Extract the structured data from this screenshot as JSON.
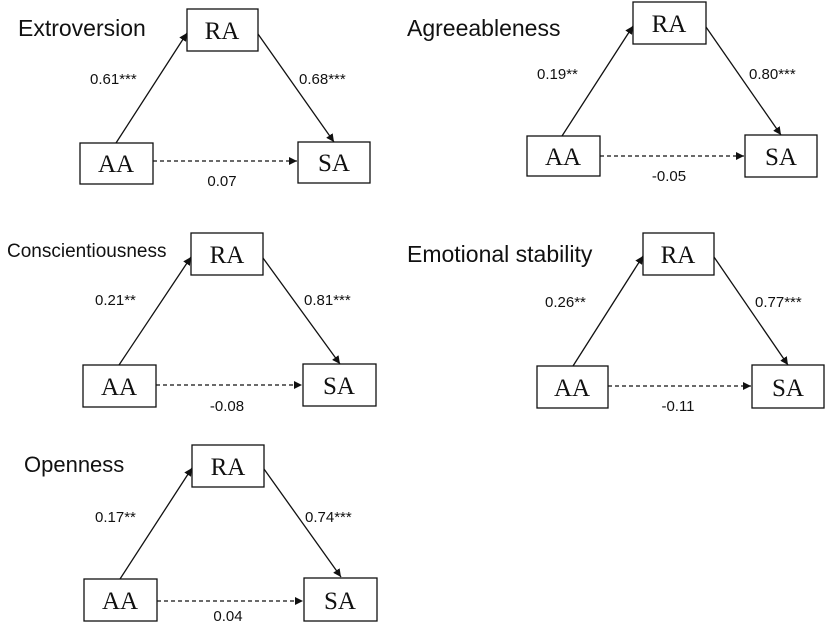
{
  "panels": [
    {
      "title": "Extroversion",
      "nodes": {
        "ra": "RA",
        "aa": "AA",
        "sa": "SA"
      },
      "paths": {
        "aa_to_ra": "0.61***",
        "ra_to_sa": "0.68***",
        "aa_to_sa": "0.07"
      }
    },
    {
      "title": "Agreeableness",
      "nodes": {
        "ra": "RA",
        "aa": "AA",
        "sa": "SA"
      },
      "paths": {
        "aa_to_ra": "0.19**",
        "ra_to_sa": "0.80***",
        "aa_to_sa": "-0.05"
      }
    },
    {
      "title": "Conscientiousness",
      "nodes": {
        "ra": "RA",
        "aa": "AA",
        "sa": "SA"
      },
      "paths": {
        "aa_to_ra": "0.21**",
        "ra_to_sa": "0.81***",
        "aa_to_sa": "-0.08"
      }
    },
    {
      "title": "Emotional stability",
      "nodes": {
        "ra": "RA",
        "aa": "AA",
        "sa": "SA"
      },
      "paths": {
        "aa_to_ra": "0.26**",
        "ra_to_sa": "0.77***",
        "aa_to_sa": "-0.11"
      }
    },
    {
      "title": "Openness",
      "nodes": {
        "ra": "RA",
        "aa": "AA",
        "sa": "SA"
      },
      "paths": {
        "aa_to_ra": "0.17**",
        "ra_to_sa": "0.74***",
        "aa_to_sa": "0.04"
      }
    }
  ]
}
